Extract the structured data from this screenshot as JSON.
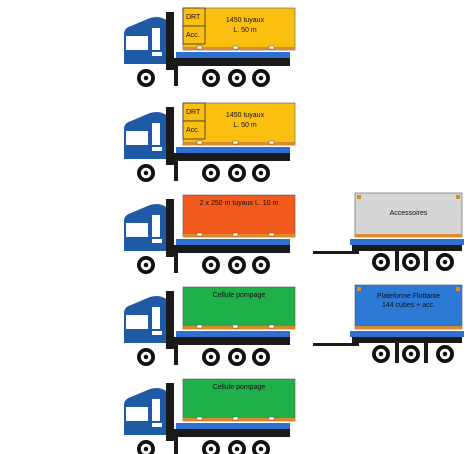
{
  "colors": {
    "cab": "#1f5aa6",
    "chassis": "#1a1a1a",
    "frame_blue": "#2f6fd0",
    "orange_rail": "#d98a2c",
    "yellow_box": "#fbbf10",
    "orange_box": "#f25a1e",
    "green_box": "#1fb04a",
    "grey_box": "#d6d6d6",
    "blue_platform": "#2c7ad6",
    "tag_box": "#fbbf10"
  },
  "rows": [
    {
      "truck": {
        "cargo_lines": [
          "1450 tuyaux",
          "L. 50 m"
        ],
        "cargo_color": "yellow",
        "tags": [
          "DRT",
          "Acc."
        ]
      },
      "trailer": null
    },
    {
      "truck": {
        "cargo_lines": [
          "1450 tuyaux",
          "L. 50 m"
        ],
        "cargo_color": "yellow",
        "tags": [
          "DRT",
          "Acc."
        ]
      },
      "trailer": null
    },
    {
      "truck": {
        "cargo_lines": [
          "2 x 250  m tuyaux L.  10 m"
        ],
        "cargo_color": "orange",
        "tags": []
      },
      "trailer": {
        "cargo_lines": [
          "Accessoires"
        ],
        "cargo_color": "grey"
      }
    },
    {
      "truck": {
        "cargo_lines": [
          "Cellule pompage"
        ],
        "cargo_color": "green",
        "tags": []
      },
      "trailer": {
        "cargo_lines": [
          "Plateforme Flottante",
          "144 cubes + acc."
        ],
        "cargo_color": "blue"
      }
    },
    {
      "truck": {
        "cargo_lines": [
          "Cellule pompage"
        ],
        "cargo_color": "green",
        "tags": []
      },
      "trailer": null
    }
  ]
}
